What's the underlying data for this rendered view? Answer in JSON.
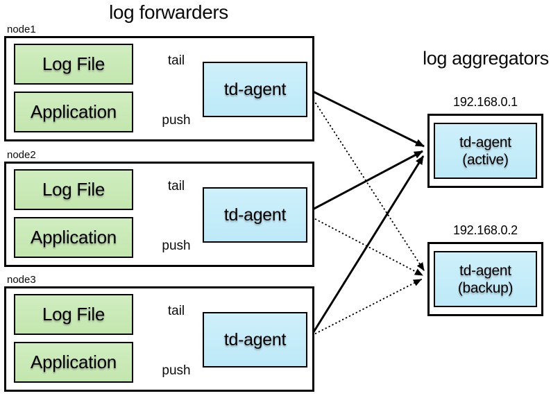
{
  "titles": {
    "forwarders": "log forwarders",
    "aggregators": "log aggregators"
  },
  "forwarders": [
    {
      "name": "node1",
      "log_file": "Log File",
      "application": "Application",
      "agent": "td-agent",
      "tail_label": "tail",
      "push_label": "push"
    },
    {
      "name": "node2",
      "log_file": "Log File",
      "application": "Application",
      "agent": "td-agent",
      "tail_label": "tail",
      "push_label": "push"
    },
    {
      "name": "node3",
      "log_file": "Log File",
      "application": "Application",
      "agent": "td-agent",
      "tail_label": "tail",
      "push_label": "push"
    }
  ],
  "aggregators": [
    {
      "ip": "192.168.0.1",
      "agent": "td-agent",
      "role": "(active)"
    },
    {
      "ip": "192.168.0.2",
      "agent": "td-agent",
      "role": "(backup)"
    }
  ],
  "connections": [
    {
      "from": "node1 td-agent",
      "to": "192.168.0.1",
      "style": "solid"
    },
    {
      "from": "node2 td-agent",
      "to": "192.168.0.1",
      "style": "solid"
    },
    {
      "from": "node3 td-agent",
      "to": "192.168.0.1",
      "style": "solid"
    },
    {
      "from": "node1 td-agent",
      "to": "192.168.0.2",
      "style": "dotted"
    },
    {
      "from": "node2 td-agent",
      "to": "192.168.0.2",
      "style": "dotted"
    },
    {
      "from": "node3 td-agent",
      "to": "192.168.0.2",
      "style": "dotted"
    }
  ],
  "colors": {
    "source_box_fill": "#c8e9b5",
    "agent_box_fill": "#c5edfa",
    "outline": "#000000",
    "background": "#ffffff"
  }
}
